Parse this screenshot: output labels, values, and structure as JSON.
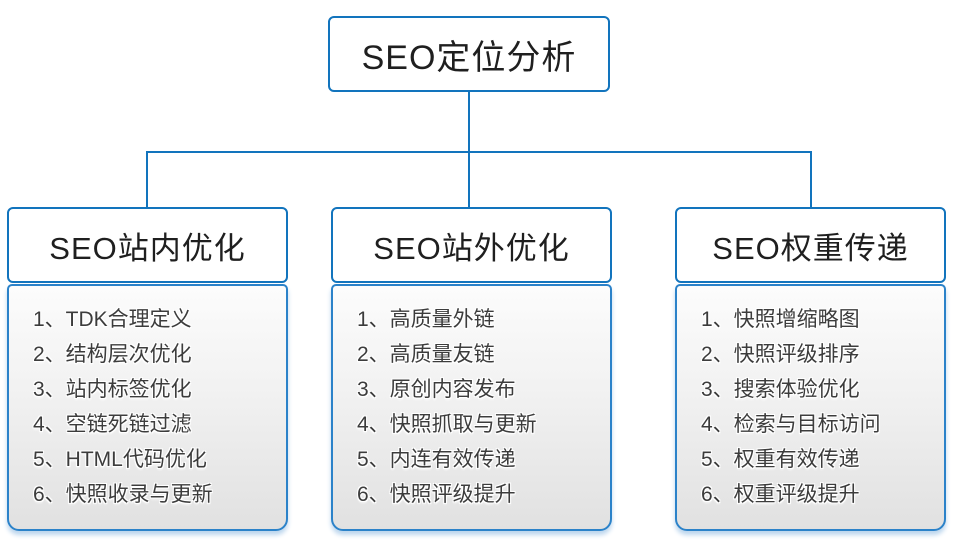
{
  "root": {
    "label": "SEO定位分析"
  },
  "columns": [
    {
      "header": "SEO站内优化",
      "items": [
        "1、TDK合理定义",
        "2、结构层次优化",
        "3、站内标签优化",
        "4、空链死链过滤",
        "5、HTML代码优化",
        "6、快照收录与更新"
      ]
    },
    {
      "header": "SEO站外优化",
      "items": [
        "1、高质量外链",
        "2、高质量友链",
        "3、原创内容发布",
        "4、快照抓取与更新",
        "5、内连有效传递",
        "6、快照评级提升"
      ]
    },
    {
      "header": "SEO权重传递",
      "items": [
        "1、快照增缩略图",
        "2、快照评级排序",
        "3、搜索体验优化",
        "4、检索与目标访问",
        "5、权重有效传递",
        "6、权重评级提升"
      ]
    }
  ],
  "colors": {
    "accent_blue": "#1274bd",
    "list_border_blue": "#2b82c9",
    "header_text": "#1f1f1f",
    "item_text": "#3c3c3c",
    "list_bg_top": "#fcfcfc",
    "list_bg_bottom": "#e1e1e1",
    "glow": "#bcd6ee"
  }
}
